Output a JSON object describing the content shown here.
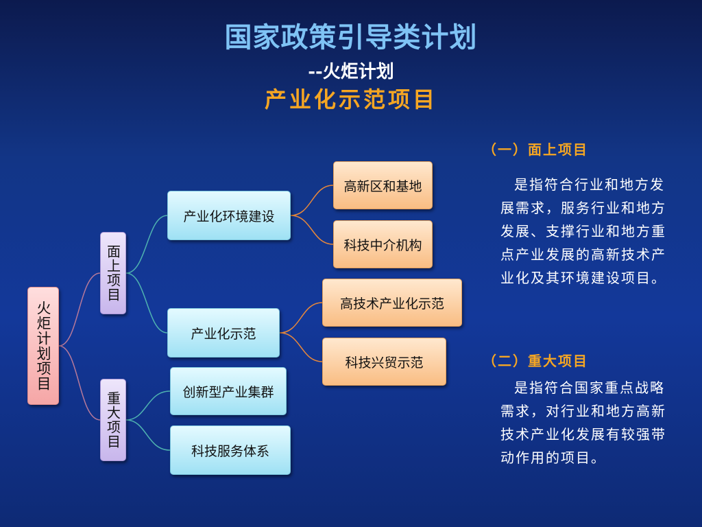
{
  "title": {
    "main": "国家政策引导类计划",
    "sub": "--火炬计划",
    "section": "产业化示范项目"
  },
  "diagram": {
    "root": "火炬计划项目",
    "branches": [
      {
        "label": "面上项目",
        "children": [
          {
            "label": "产业化环境建设",
            "children": [
              "高新区和基地",
              "科技中介机构"
            ]
          },
          {
            "label": "产业化示范",
            "children": [
              "高技术产业化示范",
              "科技兴贸示范"
            ]
          }
        ]
      },
      {
        "label": "重大项目",
        "children": [
          {
            "label": "创新型产业集群"
          },
          {
            "label": "科技服务体系"
          }
        ]
      }
    ]
  },
  "description": [
    {
      "heading": "（一）面上项目",
      "text": "是指符合行业和地方发展需求，服务行业和地方发展、支撑行业和地方重点产业发展的高新技术产业化及其环境建设项目。"
    },
    {
      "heading": "（二）重大项目",
      "text": "是指符合国家重点战略需求，对行业和地方高新技术产业化发展有较强带动作用的项目。"
    }
  ],
  "colors": {
    "background": "#13389a",
    "title": "#7fc3f5",
    "accent": "#f5a623",
    "link_teal": "#4fb3b0",
    "link_orange": "#e8883a",
    "link_mauve": "#b87a9a"
  }
}
